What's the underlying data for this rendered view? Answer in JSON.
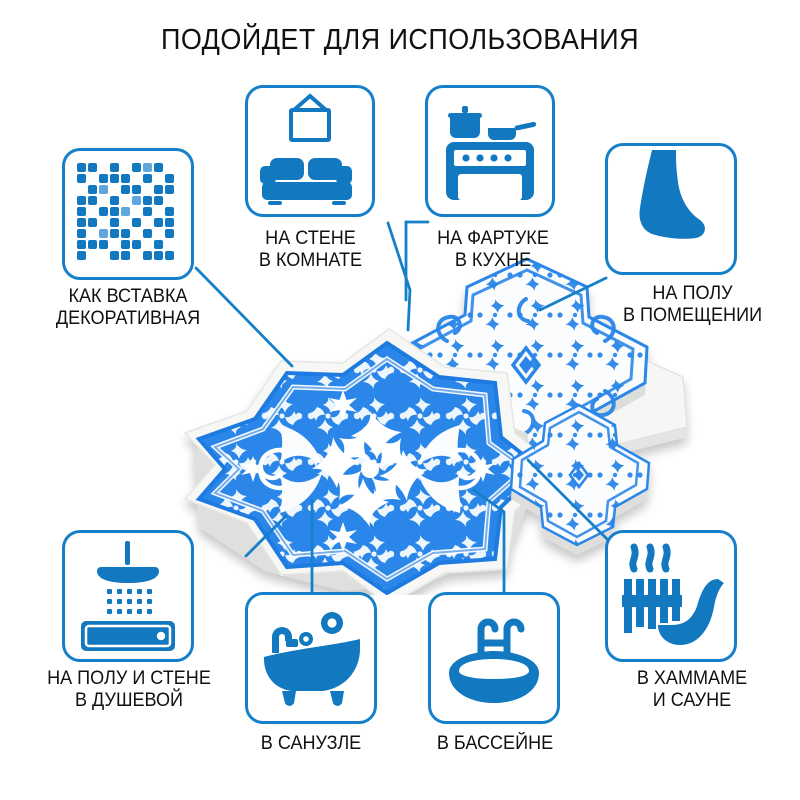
{
  "header": {
    "title": "ПОДОЙДЕТ ДЛЯ ИСПОЛЬЗОВАНИЯ"
  },
  "colors": {
    "accent_blue": "#1580c9",
    "icon_blue": "#1279c0",
    "tile_blue": "#1f7ae0",
    "text_black": "#111111",
    "background": "#ffffff",
    "tile_white": "#f4f5f4",
    "tile_edge_grey": "#d8d8d4"
  },
  "center_image": {
    "name": "ceramic-tile-photo",
    "description": "Фотография керамической плитки: восьмиконечная звезда и крестообразные элементы с бело-синим узором"
  },
  "items": [
    {
      "id": "decor-insert",
      "icon": "mosaic-grid-icon",
      "lines": [
        "КАК ВСТАВКА",
        "ДЕКОРАТИВНАЯ"
      ]
    },
    {
      "id": "room-wall",
      "icon": "sofa-with-picture-icon",
      "lines": [
        "НА СТЕНЕ",
        "В КОМНАТЕ"
      ]
    },
    {
      "id": "kitchen-backsplash",
      "icon": "stove-with-pot-icon",
      "lines": [
        "НА ФАРТУКЕ",
        "В КУХНЕ"
      ]
    },
    {
      "id": "indoor-floor",
      "icon": "bare-foot-icon",
      "lines": [
        "НА ПОЛУ",
        "В ПОМЕЩЕНИИ"
      ]
    },
    {
      "id": "shower",
      "icon": "shower-head-icon",
      "lines": [
        "НА ПОЛУ И СТЕНЕ",
        "В ДУШЕВОЙ"
      ]
    },
    {
      "id": "bathroom",
      "icon": "bathtub-icon",
      "lines": [
        "В САНУЗЛЕ"
      ]
    },
    {
      "id": "pool",
      "icon": "swimming-pool-icon",
      "lines": [
        "В БАССЕЙНЕ"
      ]
    },
    {
      "id": "hammam-sauna",
      "icon": "sauna-stove-ladle-icon",
      "lines": [
        "В ХАММАМЕ",
        "И САУНЕ"
      ]
    }
  ]
}
